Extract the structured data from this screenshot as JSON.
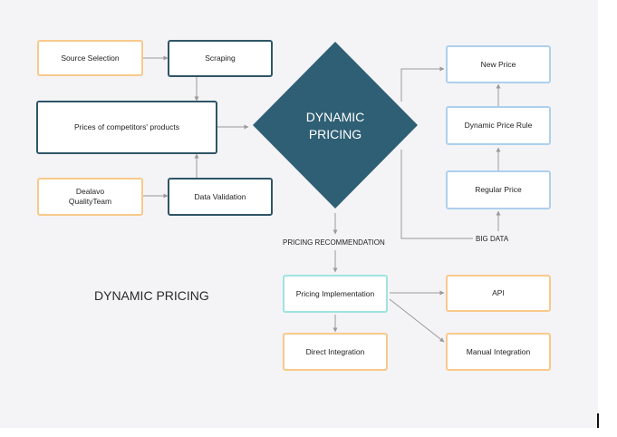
{
  "diagram": {
    "center": {
      "line1": "DYNAMIC",
      "line2": "PRICING"
    },
    "title": "DYNAMIC PRICING",
    "boxes": {
      "source_selection": "Source Selection",
      "scraping": "Scraping",
      "competitor_prices": "Prices of competitors' products",
      "dealavo_line1": "Dealavo",
      "dealavo_line2": "QualityTeam",
      "data_validation": "Data Validation",
      "new_price": "New Price",
      "dynamic_price_rule": "Dynamic Price Rule",
      "regular_price": "Regular Price",
      "pricing_implementation": "Pricing Implementation",
      "api": "API",
      "manual_integration": "Manual Integration",
      "direct_integration": "Direct Integration"
    },
    "labels": {
      "pricing_recommendation": "PRICING RECOMMENDATION",
      "big_data": "BIG DATA"
    },
    "colors": {
      "diamond": "#2f5f75",
      "orange_border": "#f8c98c",
      "navy_border": "#2f5566",
      "blue_border": "#aed0ee",
      "teal_border": "#9fe3e1",
      "arrow": "#9a9a9a"
    }
  }
}
